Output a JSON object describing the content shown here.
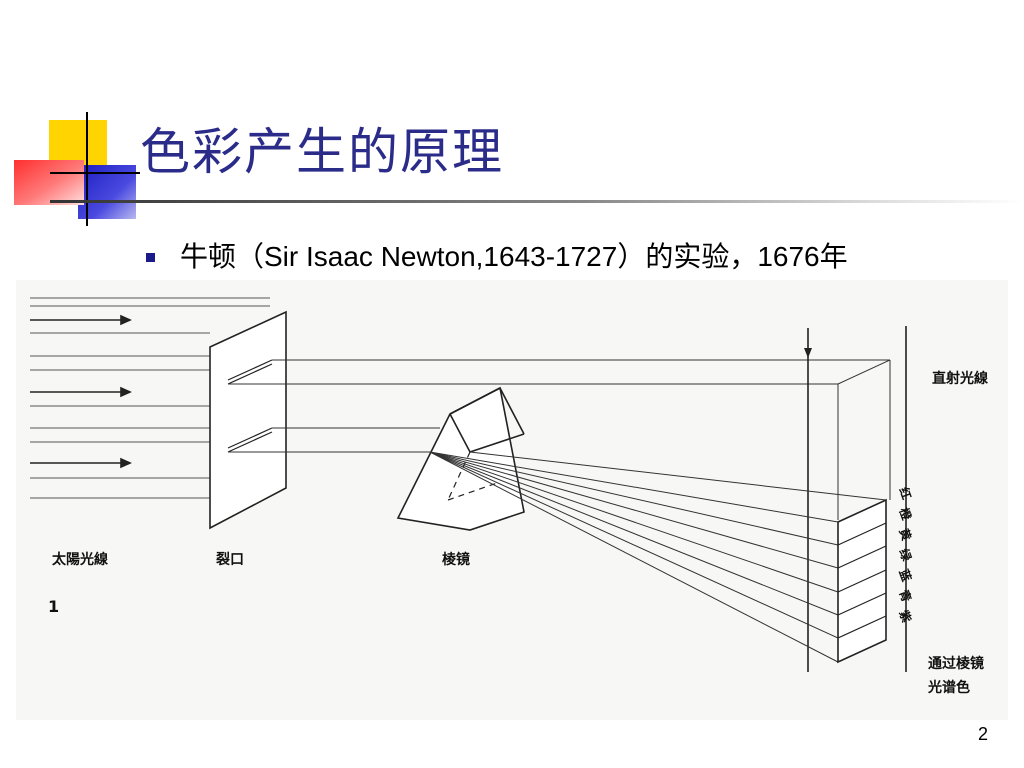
{
  "slide": {
    "title": "色彩产生的原理",
    "bullet": "牛顿（Sir Isaac Newton,1643-1727）的实验，1676年",
    "page_number": "2"
  },
  "figure": {
    "figure_number": "1",
    "labels": {
      "sunlight": "太陽光線",
      "slit": "裂口",
      "prism": "棱镜",
      "direct_light": "直射光線",
      "spectrum_line1": "通过棱镜",
      "spectrum_line2": "光谱色"
    },
    "spectrum_colors": [
      "红",
      "橙",
      "黄",
      "绿",
      "蓝",
      "青",
      "紫"
    ]
  },
  "colors": {
    "title_blue": "#2b2b8a",
    "bullet_blue": "#1a1a8a",
    "deco_yellow": "#ffd400",
    "deco_blue": "#2424c8",
    "deco_red": "#ff3a3a"
  }
}
